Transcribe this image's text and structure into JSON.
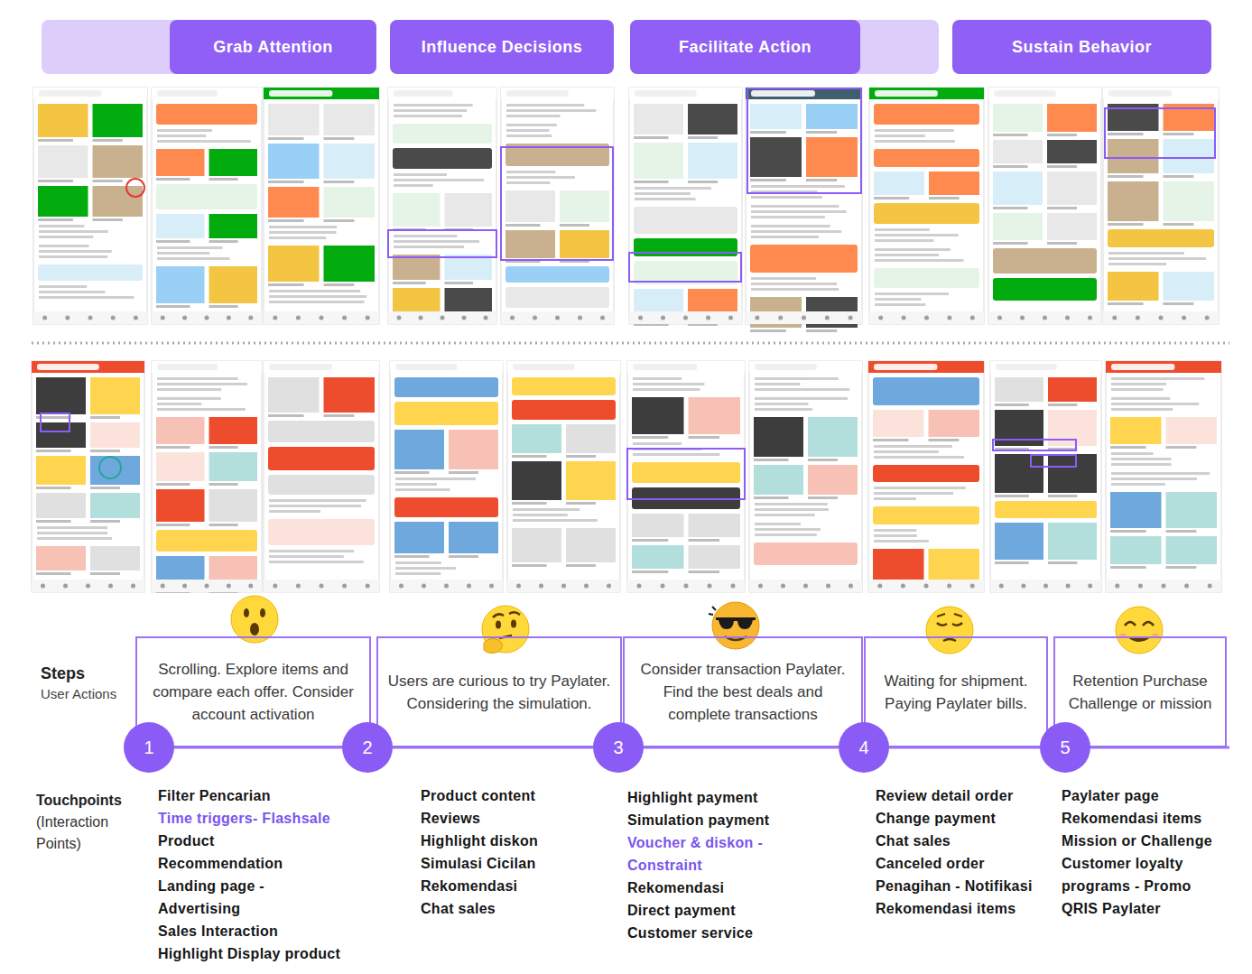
{
  "diagram": {
    "nodes": [
      {
        "text": [
          "Grab Attention"
        ]
      },
      {
        "text": [
          "Influence Decisions"
        ]
      },
      {
        "text": [
          "Facilitate Action"
        ]
      },
      {
        "text": [
          "Sustain Behavior"
        ]
      },
      {
        "text": [
          "Scrolling. Explore items and compare each offer. Consider account activation"
        ]
      },
      {
        "text": [
          "Users are curious to try Paylater. Considering the simulation."
        ]
      },
      {
        "text": [
          "Consider transaction Paylater. Find the best deals and complete transactions"
        ]
      },
      {
        "text": [
          "Waiting for shipment. Paying Paylater bills."
        ]
      },
      {
        "text": [
          "Retention Purchase Challenge or mission"
        ]
      },
      {
        "text": [
          "1"
        ]
      },
      {
        "text": [
          "2"
        ]
      },
      {
        "text": [
          "3"
        ]
      },
      {
        "text": [
          "4"
        ]
      },
      {
        "text": [
          "5"
        ]
      }
    ],
    "edges": [
      {
        "from": 9,
        "to": 10,
        "arrow": "none"
      },
      {
        "from": 10,
        "to": 11,
        "arrow": "none"
      },
      {
        "from": 11,
        "to": 12,
        "arrow": "none"
      },
      {
        "from": 12,
        "to": 13,
        "arrow": "none"
      }
    ],
    "labels": [
      "Steps",
      "User Actions",
      "Touchpoints",
      "(Interaction Points)",
      "Filter Pencarian",
      "Time triggers- Flashsale",
      "Product Recommendation",
      "Landing page - Advertising",
      "Sales Interaction",
      "Highlight Display product",
      "Product content",
      "Reviews",
      "Highlight diskon",
      "Simulasi Cicilan",
      "Rekomendasi",
      "Chat sales",
      "Highlight payment",
      "Simulation payment",
      "Voucher & diskon - Constraint",
      "Rekomendasi",
      "Direct payment",
      "Customer service",
      "Review detail order",
      "Change payment",
      "Chat sales",
      "Canceled order",
      "Penagihan - Notifikasi",
      "Rekomendasi items",
      "Paylater page",
      "Rekomendasi items",
      "Mission or Challenge",
      "Customer loyalty programs - Promo",
      "QRIS Paylater"
    ]
  }
}
